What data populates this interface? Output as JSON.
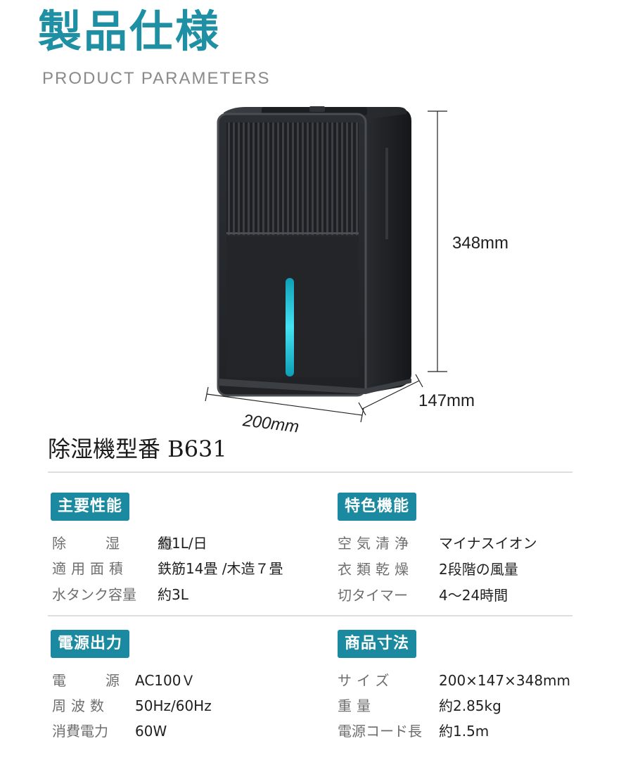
{
  "header": {
    "title": "製品仕様",
    "subtitle": "PRODUCT PARAMETERS"
  },
  "product": {
    "height_label": "348mm",
    "depth_label": "147mm",
    "width_label": "200mm",
    "accent_color": "#35d6e6"
  },
  "model": {
    "label": "除湿機型番 B631"
  },
  "sections": {
    "performance": {
      "title": "主要性能",
      "rows": [
        {
          "label": "除　湿　量",
          "value": "約1L/日"
        },
        {
          "label": "適用面積",
          "value": "鉄筋14畳 /木造７畳"
        },
        {
          "label": "水タンク容量",
          "value": "約3L"
        }
      ]
    },
    "features": {
      "title": "特色機能",
      "rows": [
        {
          "label": "空気清浄",
          "value": "マイナスイオン"
        },
        {
          "label": "衣類乾燥",
          "value": "2段階の風量"
        },
        {
          "label": "切タイマー",
          "value": "4〜24時間"
        }
      ]
    },
    "power": {
      "title": "電源出力",
      "rows": [
        {
          "label": "電　源",
          "value": "AC100Ｖ"
        },
        {
          "label": "周波数",
          "value": "50Hz/60Hz"
        },
        {
          "label": "消費電力",
          "value": "60W"
        }
      ]
    },
    "dimensions": {
      "title": "商品寸法",
      "rows": [
        {
          "label": "サイズ",
          "value": "200×147×348mm"
        },
        {
          "label": "重量",
          "value": "約2.85kg"
        },
        {
          "label": "電源コード長",
          "value": "約1.5m"
        }
      ]
    }
  },
  "colors": {
    "brand_teal": "#1b8aa0",
    "title_teal": "#1f8fa3",
    "subtitle_gray": "#8a8a8a"
  }
}
